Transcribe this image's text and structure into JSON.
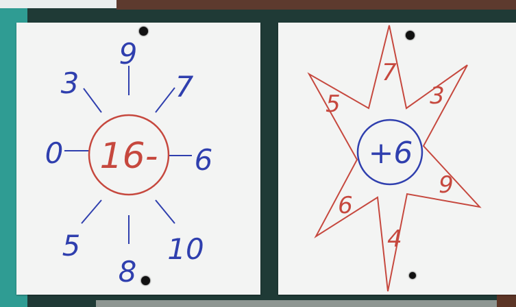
{
  "left_card": {
    "center": "16-",
    "spokes": [
      "9",
      "7",
      "6",
      "10",
      "8",
      "5",
      "0",
      "3"
    ]
  },
  "right_card": {
    "center": "+6",
    "points": [
      "7",
      "3",
      "9",
      "4",
      "6",
      "5"
    ]
  },
  "colors": {
    "blue": "#2f3fae",
    "red": "#c6483e",
    "paper": "#f3f4f3",
    "board": "#1f3a36"
  }
}
